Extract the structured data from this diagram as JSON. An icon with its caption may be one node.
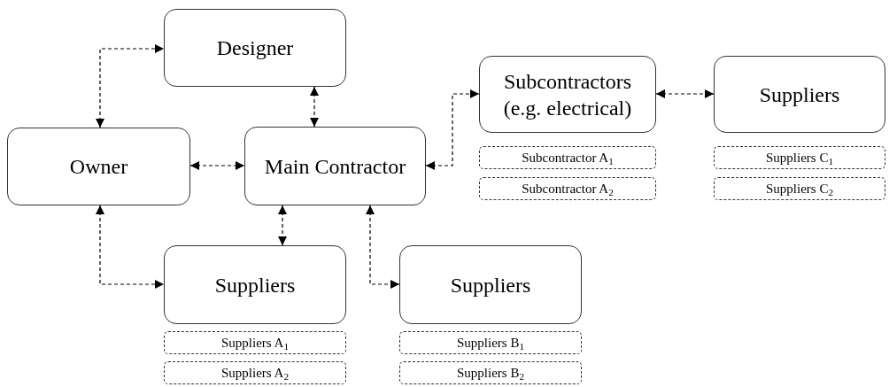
{
  "diagram": {
    "nodes": [
      {
        "text": [
          "Designer"
        ]
      },
      {
        "text": [
          "Owner"
        ]
      },
      {
        "text": [
          "Main Contractor"
        ]
      },
      {
        "text": [
          "Subcontractors (e.g. electrical)"
        ]
      },
      {
        "text": [
          "Suppliers"
        ]
      },
      {
        "text": [
          "Subcontractor A$_{1}$"
        ]
      },
      {
        "text": [
          "Subcontractor A$_{2}$"
        ]
      },
      {
        "text": [
          "Suppliers C$_{1}$"
        ]
      },
      {
        "text": [
          "Suppliers C$_{2}$"
        ]
      },
      {
        "text": [
          "Suppliers"
        ]
      },
      {
        "text": [
          "Suppliers"
        ]
      },
      {
        "text": [
          "Suppliers A$_{1}$"
        ]
      },
      {
        "text": [
          "Suppliers A$_{2}$"
        ]
      },
      {
        "text": [
          "Suppliers B$_{1}$"
        ]
      },
      {
        "text": [
          "Suppliers B$_{2}$"
        ]
      }
    ],
    "edges": [
      {
        "from": 1,
        "to": 0,
        "arrow": "both",
        "style": "dashed"
      },
      {
        "from": 0,
        "to": 2,
        "arrow": "both",
        "style": "dashed"
      },
      {
        "from": 1,
        "to": 2,
        "arrow": "both",
        "style": "dashed"
      },
      {
        "from": 2,
        "to": 3,
        "arrow": "both",
        "style": "dashed"
      },
      {
        "from": 3,
        "to": 4,
        "arrow": "both",
        "style": "dashed"
      },
      {
        "from": 1,
        "to": 9,
        "arrow": "both",
        "style": "dashed"
      },
      {
        "from": 2,
        "to": 9,
        "arrow": "both",
        "style": "dashed"
      },
      {
        "from": 2,
        "to": 10,
        "arrow": "both",
        "style": "dashed"
      }
    ]
  }
}
